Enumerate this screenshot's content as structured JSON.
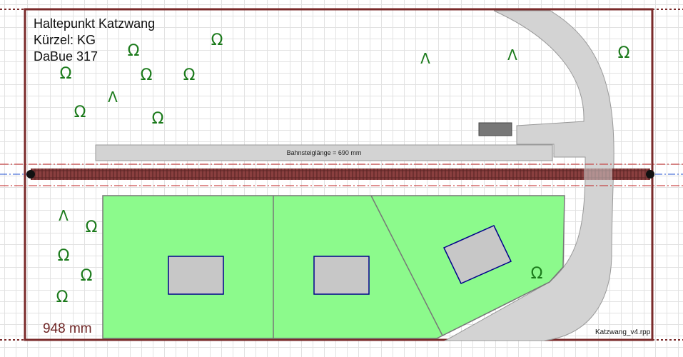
{
  "title": {
    "station_name": "Haltepunkt Katzwang",
    "abbreviation": "Kürzel: KG",
    "reference": "DaBue 317"
  },
  "platform_label": "Bahnsteiglänge = 690 mm",
  "dimension_label": "948 mm",
  "filename": "Katzwang_v4.rpp",
  "symbols": {
    "deciduous_tree": "Ω",
    "conifer_tree": "Λ"
  },
  "colors": {
    "frame": "#7a2a2a",
    "track": "#8a3f3f",
    "grass": "#8cfa8c",
    "road": "#d3d3d3",
    "building": "#c7c7c7",
    "building_outline": "#00008b",
    "vegetation": "#1b7a1b",
    "centerline": "#2050d0"
  }
}
